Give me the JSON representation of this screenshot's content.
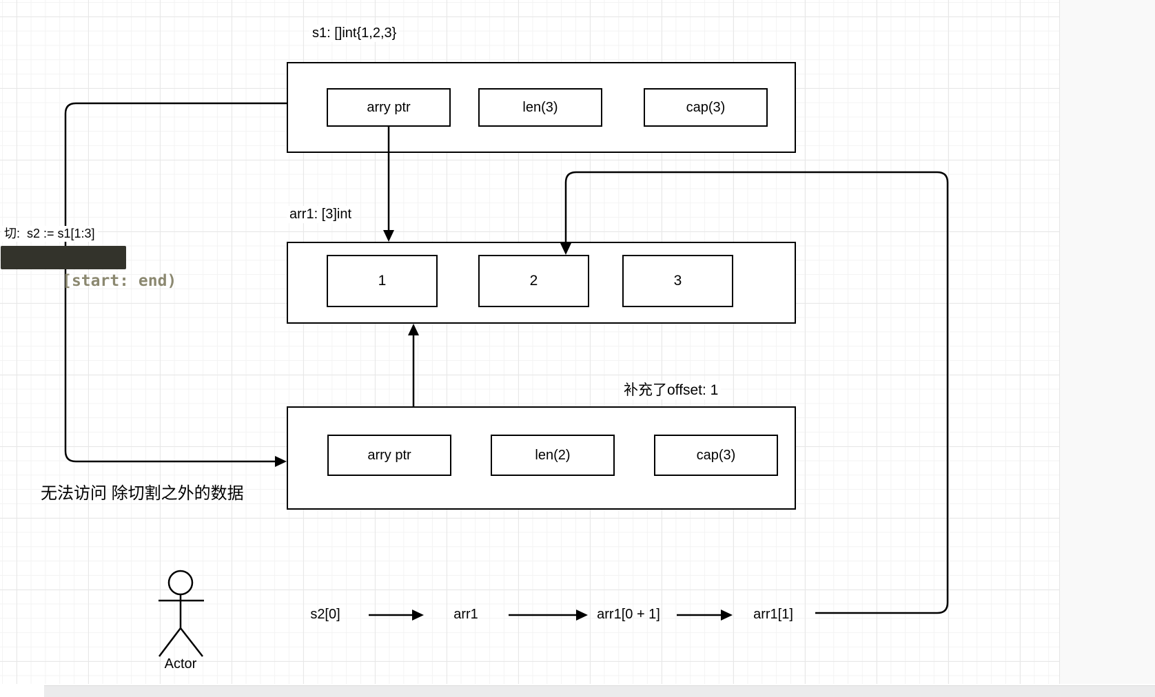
{
  "diagram": {
    "s1": {
      "label": "s1: []int{1,2,3}",
      "fields": [
        "arry ptr",
        "len(3)",
        "cap(3)"
      ]
    },
    "arr1": {
      "label": "arr1: [3]int",
      "cells": [
        "1",
        "2",
        "3"
      ]
    },
    "s2": {
      "label": "补充了offset: 1",
      "fields": [
        "arry ptr",
        "len(2)",
        "cap(3)"
      ]
    },
    "annotations": {
      "slice_label": "切:  s2 := s1[1:3]",
      "slice_range_code": "[start: end)",
      "no_access_note": "无法访问 除切割之外的数据"
    },
    "flow_steps": [
      "s2[0]",
      "arr1",
      "arr1[0 + 1]",
      "arr1[1]"
    ],
    "actor_label": "Actor",
    "colors": {
      "code_box_bg": "#33332B",
      "code_box_fg": "#8B8870",
      "stroke": "#000000",
      "grid_minor": "#f3f3f3",
      "grid_major": "#e7e7e7"
    }
  }
}
